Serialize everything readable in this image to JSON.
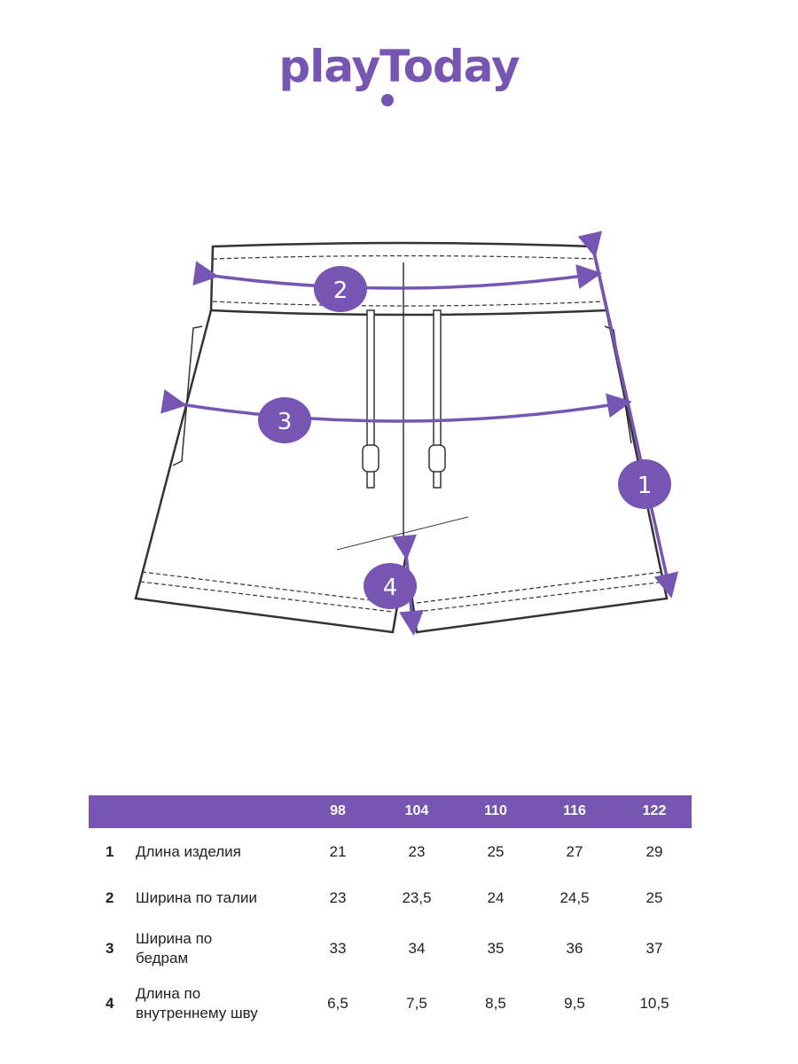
{
  "brand": {
    "logo": "playToday",
    "color": "#7655b3"
  },
  "markers": [
    "1",
    "2",
    "3",
    "4"
  ],
  "table": {
    "sizes": [
      "98",
      "104",
      "110",
      "116",
      "122"
    ],
    "rows": [
      {
        "num": "1",
        "label": "Длина изделия",
        "values": [
          "21",
          "23",
          "25",
          "27",
          "29"
        ]
      },
      {
        "num": "2",
        "label": "Ширина по талии",
        "values": [
          "23",
          "23,5",
          "24",
          "24,5",
          "25"
        ]
      },
      {
        "num": "3",
        "label": "Ширина по бедрам",
        "values": [
          "33",
          "34",
          "35",
          "36",
          "37"
        ]
      },
      {
        "num": "4",
        "label": "Длина по внутреннему шву",
        "values": [
          "6,5",
          "7,5",
          "8,5",
          "9,5",
          "10,5"
        ]
      }
    ]
  }
}
